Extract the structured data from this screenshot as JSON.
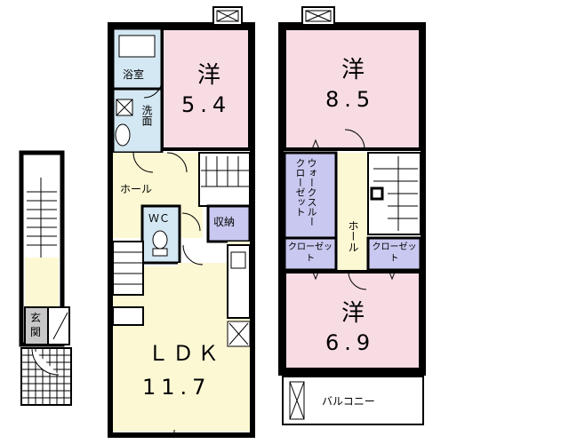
{
  "rooms": {
    "western_a": {
      "name": "洋",
      "size": "5.4"
    },
    "western_b": {
      "name": "洋",
      "size": "8.5"
    },
    "western_c": {
      "name": "洋",
      "size": "6.9"
    },
    "ldk": {
      "name": "ＬＤＫ",
      "size": "11.7"
    },
    "bath": "浴室",
    "washroom": "洗面",
    "hall_1f": "ホール",
    "wc": "ＷＣ",
    "storage": "収納",
    "walk_in_closet": "ウォークスルークローゼット",
    "hall_2f": "ホール",
    "closet_left": "クローゼット",
    "closet_right": "クローゼット",
    "entrance": "玄関",
    "balcony": "バルコニー"
  },
  "colors": {
    "wall": "#000000",
    "western_room": "#f8dce4",
    "ldk_floor": "#fcf8d4",
    "wet_area": "#d4e8f4",
    "closet": "#c8c8f0",
    "hall_floor": "#ffffff"
  }
}
